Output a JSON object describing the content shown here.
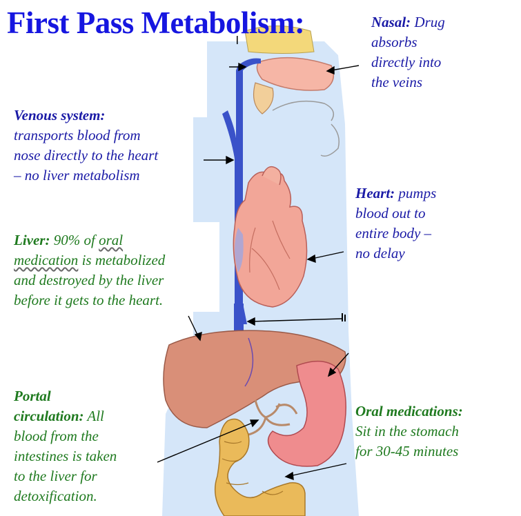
{
  "title": "First Pass Metabolism:",
  "labels": {
    "nasal": {
      "head": "Nasal:",
      "lines": [
        "Drug",
        "absorbs",
        "directly into",
        "the veins"
      ]
    },
    "venous": {
      "head": "Venous system:",
      "lines": [
        "transports blood from",
        "nose directly to the heart",
        "– no liver metabolism"
      ]
    },
    "heart": {
      "head": "Heart:",
      "lines": [
        "pumps",
        "blood out to",
        "entire body –",
        "no delay"
      ]
    },
    "liver": {
      "head": "Liver:",
      "lines": [
        "90% of",
        "oral",
        "medication",
        "is metabolized",
        "and destroyed by the liver",
        "before it gets to the heart."
      ]
    },
    "portal": {
      "head": [
        "Portal",
        "circulation:"
      ],
      "lines": [
        "All",
        "blood from the",
        "intestines is taken",
        "to the liver for",
        "detoxification."
      ]
    },
    "oral": {
      "head": "Oral medications:",
      "lines": [
        "Sit in the stomach",
        "for 30-45 minutes"
      ]
    }
  },
  "colors": {
    "title": "#1616e0",
    "label_blue": "#1a1aa6",
    "label_green": "#1f7a1f",
    "vein": "#3a52c9",
    "heart": "#f2a698",
    "liver": "#d98f78",
    "stomach": "#ef8c8e",
    "intestine": "#eaba5a",
    "body_bg": "#d5e6f9"
  }
}
